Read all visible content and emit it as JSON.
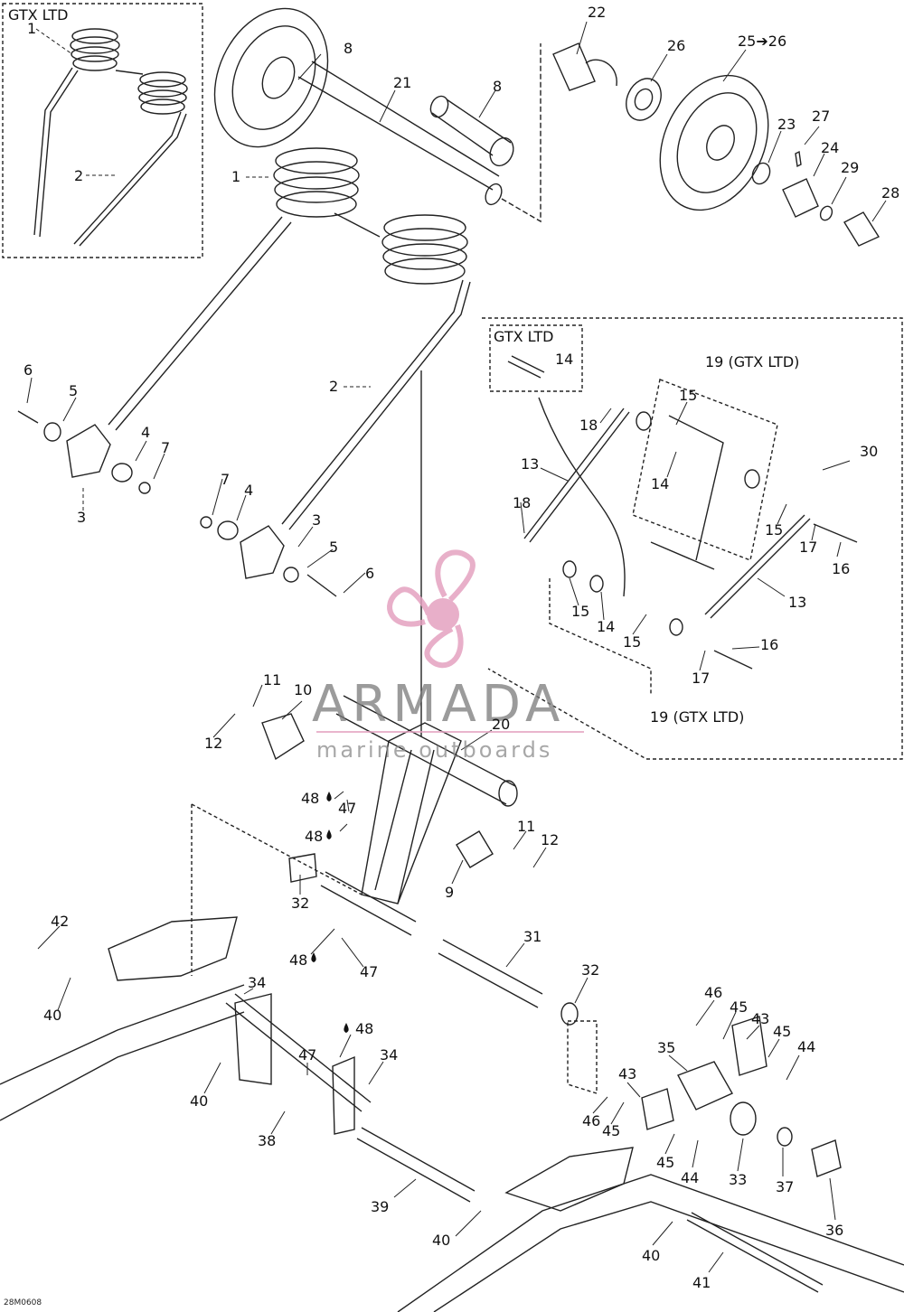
{
  "insets": {
    "top_left_title": "GTX LTD",
    "mid_right_title": "GTX LTD",
    "sub_label_14": "14",
    "group_label_top": "19 (GTX LTD)",
    "group_label_bottom": "19 (GTX LTD)"
  },
  "callouts": [
    {
      "id": "c1a",
      "text": "1"
    },
    {
      "id": "c2a",
      "text": "2"
    },
    {
      "id": "c8a",
      "text": "8"
    },
    {
      "id": "c21",
      "text": "21"
    },
    {
      "id": "c8b",
      "text": "8"
    },
    {
      "id": "c22",
      "text": "22"
    },
    {
      "id": "c26",
      "text": "26"
    },
    {
      "id": "c25",
      "text": "25➔26"
    },
    {
      "id": "c23",
      "text": "23"
    },
    {
      "id": "c27",
      "text": "27"
    },
    {
      "id": "c24",
      "text": "24"
    },
    {
      "id": "c29",
      "text": "29"
    },
    {
      "id": "c28",
      "text": "28"
    },
    {
      "id": "c1b",
      "text": "1"
    },
    {
      "id": "c2b",
      "text": "2"
    },
    {
      "id": "c6a",
      "text": "6"
    },
    {
      "id": "c5a",
      "text": "5"
    },
    {
      "id": "c4a",
      "text": "4"
    },
    {
      "id": "c7a",
      "text": "7"
    },
    {
      "id": "c3a",
      "text": "3"
    },
    {
      "id": "c7b",
      "text": "7"
    },
    {
      "id": "c4b",
      "text": "4"
    },
    {
      "id": "c3b",
      "text": "3"
    },
    {
      "id": "c5b",
      "text": "5"
    },
    {
      "id": "c6b",
      "text": "6"
    },
    {
      "id": "c15a",
      "text": "15"
    },
    {
      "id": "c18a",
      "text": "18"
    },
    {
      "id": "c14a",
      "text": "14"
    },
    {
      "id": "c13a",
      "text": "13"
    },
    {
      "id": "c18b",
      "text": "18"
    },
    {
      "id": "c30",
      "text": "30"
    },
    {
      "id": "c15b",
      "text": "15"
    },
    {
      "id": "c17a",
      "text": "17"
    },
    {
      "id": "c16a",
      "text": "16"
    },
    {
      "id": "c13b",
      "text": "13"
    },
    {
      "id": "c15c",
      "text": "15"
    },
    {
      "id": "c14b",
      "text": "14"
    },
    {
      "id": "c15d",
      "text": "15"
    },
    {
      "id": "c16b",
      "text": "16"
    },
    {
      "id": "c17b",
      "text": "17"
    },
    {
      "id": "c11a",
      "text": "11"
    },
    {
      "id": "c10",
      "text": "10"
    },
    {
      "id": "c12a",
      "text": "12"
    },
    {
      "id": "c20",
      "text": "20"
    },
    {
      "id": "c48a",
      "text": "48"
    },
    {
      "id": "c47a",
      "text": "47"
    },
    {
      "id": "c48b",
      "text": "48"
    },
    {
      "id": "c11b",
      "text": "11"
    },
    {
      "id": "c12b",
      "text": "12"
    },
    {
      "id": "c9",
      "text": "9"
    },
    {
      "id": "c32a",
      "text": "32"
    },
    {
      "id": "c42",
      "text": "42"
    },
    {
      "id": "c40a",
      "text": "40"
    },
    {
      "id": "c48c",
      "text": "48"
    },
    {
      "id": "c47b",
      "text": "47"
    },
    {
      "id": "c31",
      "text": "31"
    },
    {
      "id": "c32b",
      "text": "32"
    },
    {
      "id": "c34a",
      "text": "34"
    },
    {
      "id": "c48d",
      "text": "48"
    },
    {
      "id": "c47c",
      "text": "47"
    },
    {
      "id": "c34b",
      "text": "34"
    },
    {
      "id": "c40b",
      "text": "40"
    },
    {
      "id": "c38",
      "text": "38"
    },
    {
      "id": "c46a",
      "text": "46"
    },
    {
      "id": "c45a",
      "text": "45"
    },
    {
      "id": "c43a",
      "text": "43"
    },
    {
      "id": "c45b",
      "text": "45"
    },
    {
      "id": "c44a",
      "text": "44"
    },
    {
      "id": "c35",
      "text": "35"
    },
    {
      "id": "c43b",
      "text": "43"
    },
    {
      "id": "c46b",
      "text": "46"
    },
    {
      "id": "c45c",
      "text": "45"
    },
    {
      "id": "c45d",
      "text": "45"
    },
    {
      "id": "c44b",
      "text": "44"
    },
    {
      "id": "c33",
      "text": "33"
    },
    {
      "id": "c37",
      "text": "37"
    },
    {
      "id": "c36",
      "text": "36"
    },
    {
      "id": "c39",
      "text": "39"
    },
    {
      "id": "c40c",
      "text": "40"
    },
    {
      "id": "c40d",
      "text": "40"
    },
    {
      "id": "c41",
      "text": "41"
    }
  ],
  "drawing_code": "28M0608",
  "watermark": {
    "name": "ARMADA",
    "tagline": "marine outboards",
    "color_accent": "#e4a2c0",
    "color_text": "#7a7a7a",
    "logo_icon": "propeller-icon"
  }
}
